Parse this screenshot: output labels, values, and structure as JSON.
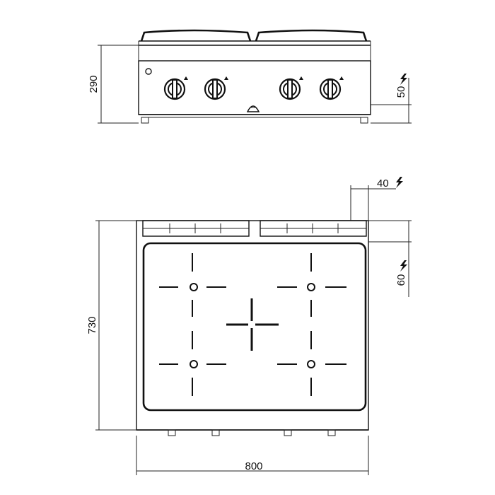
{
  "front_view": {
    "height_label": "290",
    "socket_height_label": "50",
    "knob_count": 4
  },
  "top_view": {
    "depth_label": "730",
    "width_label": "800",
    "socket_offset_label": "40",
    "socket_depth_label": "60"
  },
  "icons": {
    "power": "lightning-bolt-icon"
  }
}
